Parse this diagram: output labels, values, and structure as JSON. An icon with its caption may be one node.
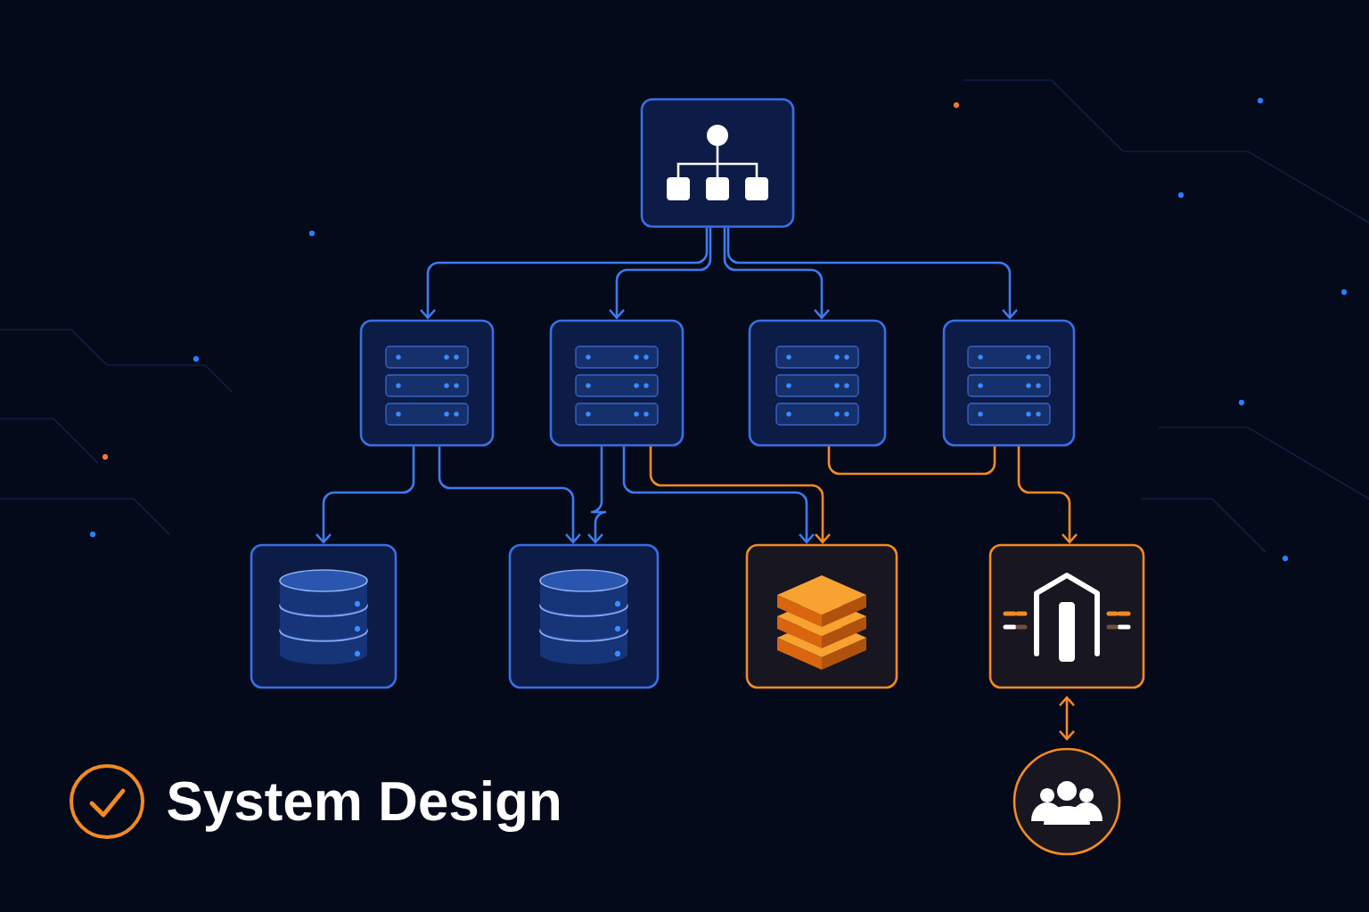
{
  "diagram": {
    "title": "System Design",
    "nodes": [
      {
        "text": [],
        "shape": "box"
      },
      {
        "text": [],
        "shape": "box"
      },
      {
        "text": [],
        "shape": "box"
      },
      {
        "text": [],
        "shape": "box"
      },
      {
        "text": [],
        "shape": "box"
      },
      {
        "text": [],
        "shape": "box"
      },
      {
        "text": [],
        "shape": "box"
      },
      {
        "text": [],
        "shape": "box"
      },
      {
        "text": [],
        "shape": "box"
      },
      {
        "text": [],
        "shape": "circle"
      }
    ],
    "edges": [
      {
        "from": 0,
        "to": 1,
        "arrow": "to"
      },
      {
        "from": 0,
        "to": 2,
        "arrow": "to"
      },
      {
        "from": 0,
        "to": 3,
        "arrow": "to"
      },
      {
        "from": 0,
        "to": 4,
        "arrow": "to"
      },
      {
        "from": 1,
        "to": 5,
        "arrow": "to"
      },
      {
        "from": 1,
        "to": 6,
        "arrow": "to"
      },
      {
        "from": 2,
        "to": 6,
        "arrow": "to"
      },
      {
        "from": 2,
        "to": 7,
        "arrow": "to"
      },
      {
        "from": 2,
        "to": 7,
        "arrow": "to",
        "color": "#f58a24"
      },
      {
        "from": 3,
        "to": 4,
        "arrow": "none",
        "color": "#f58a24"
      },
      {
        "from": 4,
        "to": 8,
        "arrow": "to",
        "color": "#f58a24"
      },
      {
        "from": 8,
        "to": 9,
        "arrow": "both",
        "color": "#f58a24"
      }
    ]
  }
}
